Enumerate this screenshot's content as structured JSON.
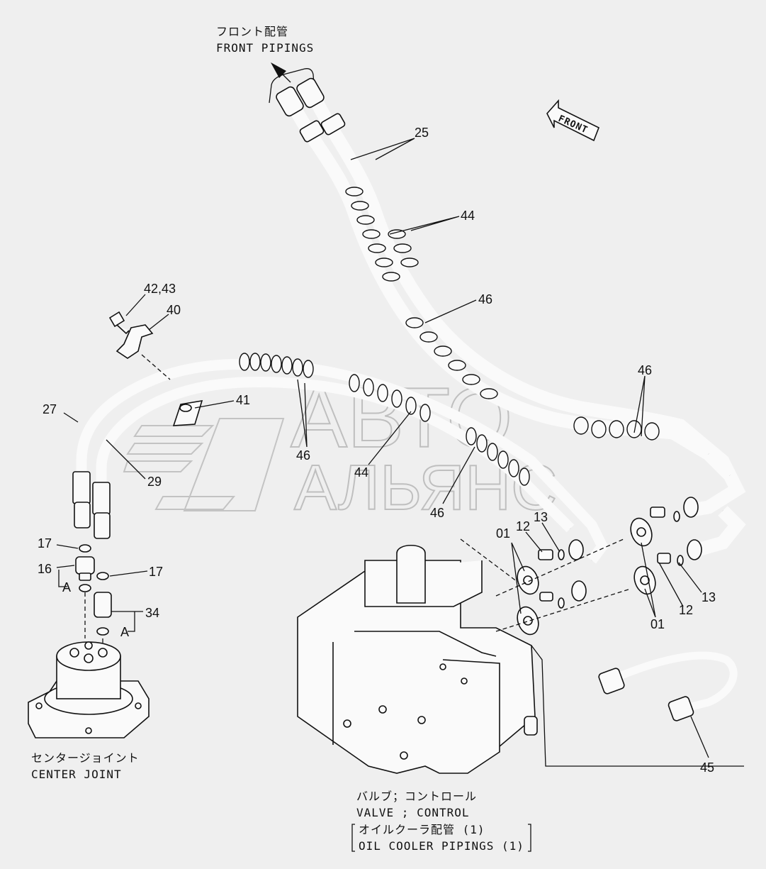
{
  "labels": {
    "front_pipings_jp": "フロント配管",
    "front_pipings_en": "FRONT PIPINGS",
    "front_arrow": "FRONT",
    "center_joint_jp": "センタージョイント",
    "center_joint_en": "CENTER JOINT",
    "valve_jp": "バルブ；コントロール",
    "valve_en": "VALVE ; CONTROL",
    "oil_cooler_jp": "オイルクーラ配管 (1)",
    "oil_cooler_en": "OIL COOLER PIPINGS (1)"
  },
  "callouts": {
    "p25": "25",
    "p44_top": "44",
    "p46_mid": "46",
    "p46_right": "46",
    "p42_43": "42,43",
    "p40": "40",
    "p41": "41",
    "p27": "27",
    "p29": "29",
    "p46_a": "46",
    "p44_b": "44",
    "p46_b": "46",
    "p17_a": "17",
    "p16": "16",
    "pA_a": "A",
    "p17_b": "17",
    "p34": "34",
    "pA_b": "A",
    "p01_a": "01",
    "p12_a": "12",
    "p13_a": "13",
    "p13_b": "13",
    "p12_b": "12",
    "p01_b": "01",
    "p45": "45"
  },
  "watermark": {
    "line1": "АВТО",
    "line2": "АЛЬЯНС"
  }
}
